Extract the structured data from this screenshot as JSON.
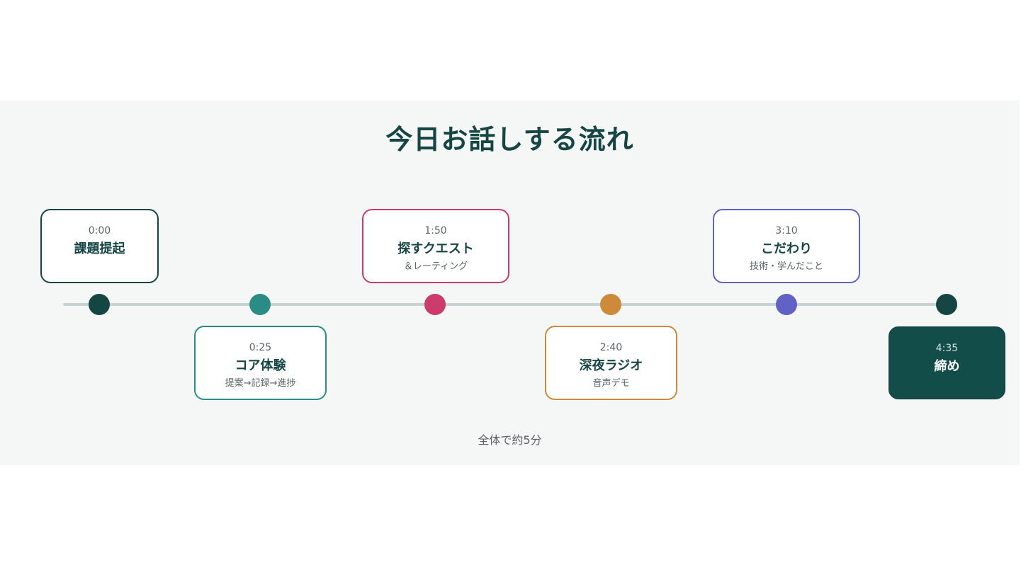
{
  "title": "今日お話しする流れ",
  "footer": "全体で約5分",
  "colors": {
    "dark_green": "#164644",
    "teal": "#2b8c85",
    "pink": "#cb3b6c",
    "orange": "#cc8a3a",
    "purple": "#6161c6",
    "track": "#c8d2d3",
    "panel_bg": "#f5f7f6"
  },
  "steps": [
    {
      "time": "0:00",
      "name": "課題提起",
      "sub": "",
      "color": "#164644",
      "position": "above",
      "filled": false
    },
    {
      "time": "0:25",
      "name": "コア体験",
      "sub": "提案→記録→進捗",
      "color": "#2b8c85",
      "position": "below",
      "filled": false
    },
    {
      "time": "1:50",
      "name": "探すクエスト",
      "sub": "＆レーティング",
      "color": "#cb3b6c",
      "position": "above",
      "filled": false
    },
    {
      "time": "2:40",
      "name": "深夜ラジオ",
      "sub": "音声デモ",
      "color": "#cc8a3a",
      "position": "below",
      "filled": false
    },
    {
      "time": "3:10",
      "name": "こだわり",
      "sub": "技術・学んだこと",
      "color": "#6161c6",
      "position": "above",
      "filled": false
    },
    {
      "time": "4:35",
      "name": "締め",
      "sub": "",
      "color": "#164644",
      "position": "below",
      "filled": true
    }
  ]
}
